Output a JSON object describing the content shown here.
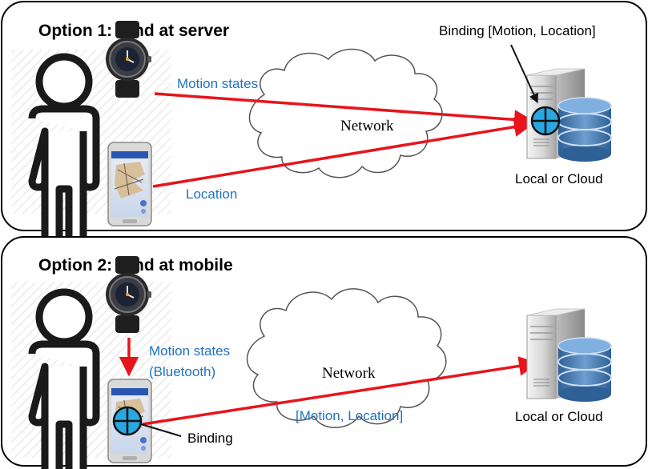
{
  "panels": [
    {
      "title": "Option 1: Bind at server",
      "binding_callout": "Binding [Motion, Location]",
      "arrow_motion_label": "Motion states",
      "arrow_location_label": "Location",
      "network_label": "Network",
      "server_label": "Local or Cloud"
    },
    {
      "title": "Option 2: Bind at mobile",
      "arrow_motion_label_line1": "Motion states",
      "arrow_motion_label_line2": "(Bluetooth)",
      "network_label": "Network",
      "payload_label": "[Motion, Location]",
      "binding_label": "Binding",
      "server_label": "Local or Cloud"
    }
  ],
  "colors": {
    "arrow": "#e8141b",
    "label_blue": "#1f73c0",
    "cloud_stroke": "#555555",
    "db_fill": "#4d7fb4",
    "binding_fill": "#29a8df"
  },
  "icons": [
    "person-icon",
    "smartwatch-icon",
    "smartphone-icon",
    "cloud-icon",
    "server-icon",
    "database-icon",
    "binding-symbol-icon"
  ]
}
